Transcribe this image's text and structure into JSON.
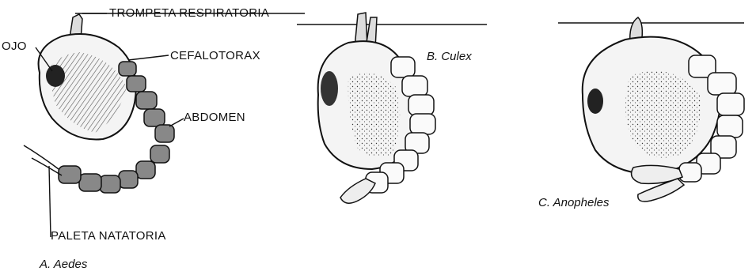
{
  "labels": {
    "trompeta": "TROMPETA RESPIRATORIA",
    "ojo": "OJO",
    "cefalotorax": "CEFALOTORAX",
    "abdomen": "ABDOMEN",
    "paleta": "PALETA NATATORIA"
  },
  "captions": {
    "aedes": "A. Aedes",
    "culex": "B. Culex",
    "anopheles": "C. Anopheles"
  }
}
